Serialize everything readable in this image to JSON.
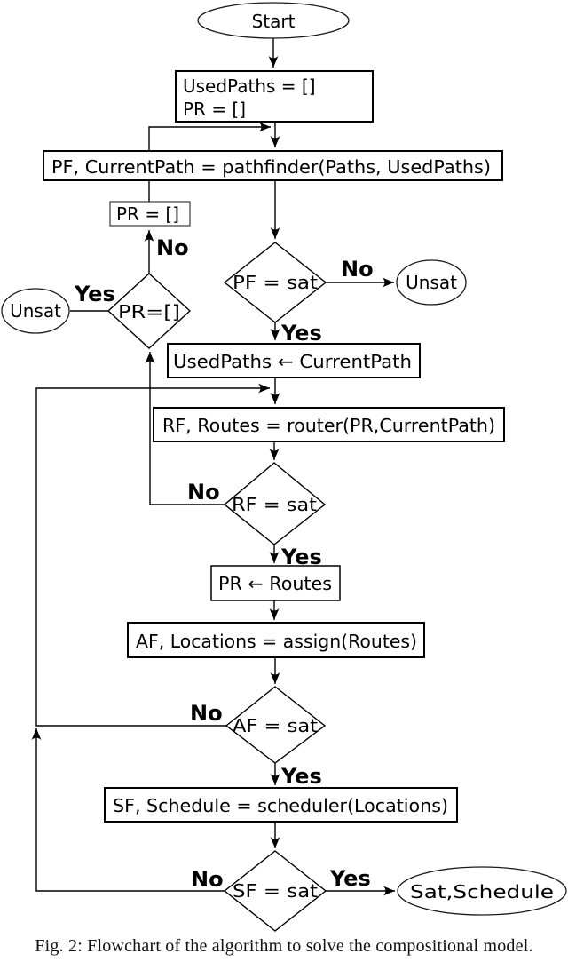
{
  "figure": {
    "caption": "Fig. 2: Flowchart of the algorithm to solve the compositional model."
  },
  "flowchart": {
    "nodes": {
      "start": "Start",
      "init_line1": "UsedPaths = []",
      "init_line2": "PR = []",
      "pathfinder": "PF, CurrentPath = pathfinder(Paths, UsedPaths)",
      "pr_reset": "PR = []",
      "pf_check": "PF = sat",
      "unsat_right": "Unsat",
      "pr_check": "PR=[]",
      "unsat_left": "Unsat",
      "used_paths_update": "UsedPaths ← CurrentPath",
      "router": "RF, Routes = router(PR,CurrentPath)",
      "rf_check": "RF = sat",
      "pr_update": "PR ← Routes",
      "assign": "AF, Locations = assign(Routes)",
      "af_check": "AF = sat",
      "scheduler": "SF, Schedule = scheduler(Locations)",
      "sf_check": "SF = sat",
      "sat_schedule": "Sat,Schedule"
    },
    "labels": {
      "pf_no": "No",
      "pf_yes": "Yes",
      "pr_no": "No",
      "pr_yes": "Yes",
      "rf_no": "No",
      "rf_yes": "Yes",
      "af_no": "No",
      "af_yes": "Yes",
      "sf_no": "No",
      "sf_yes": "Yes"
    },
    "colors": {
      "stroke": "#000000",
      "background": "#ffffff"
    }
  }
}
